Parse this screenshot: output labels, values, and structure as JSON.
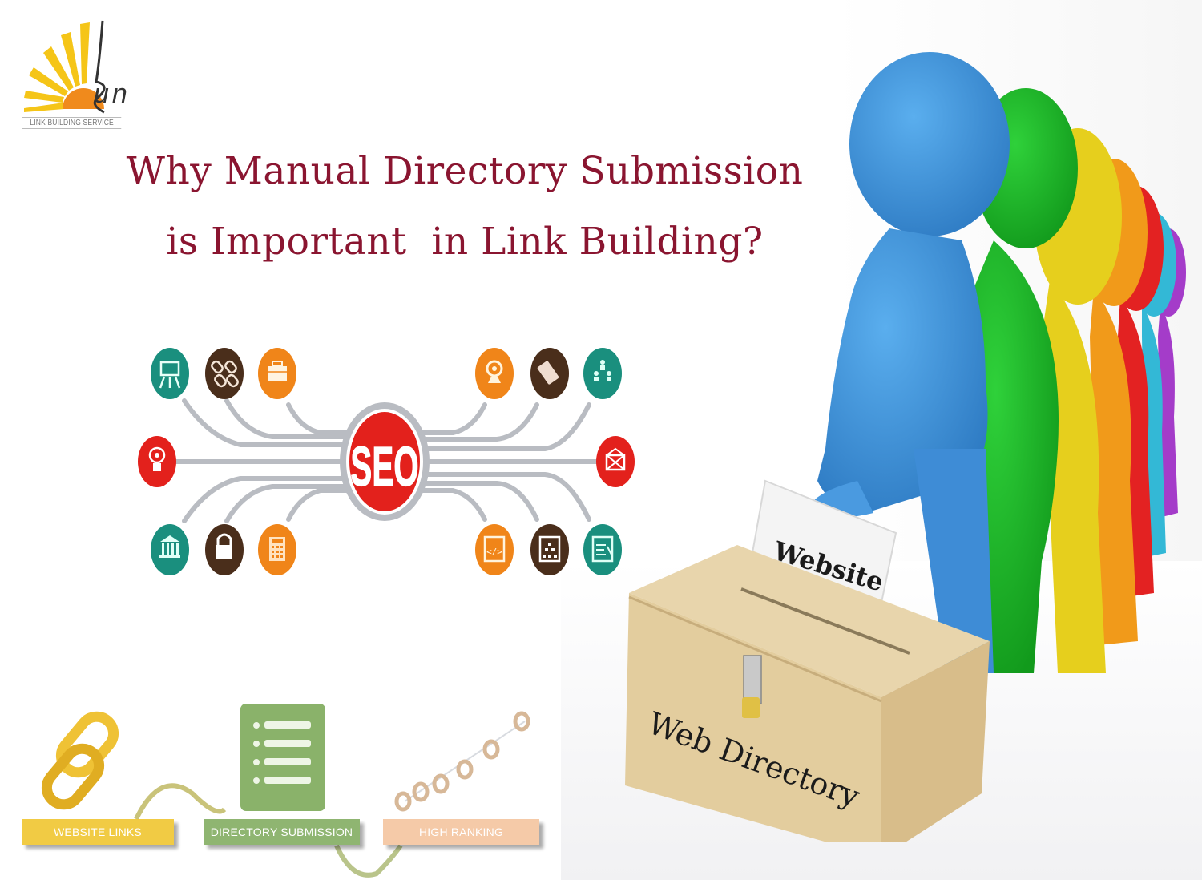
{
  "logo": {
    "wordmark": "un",
    "tagline": "LINK BUILDING SERVICE",
    "colors": {
      "rays": "#f5c518",
      "sun": "#f08a1c",
      "text": "#333333"
    }
  },
  "title": {
    "line1": "Why Manual Directory Submission",
    "line2": "is Important  in Link Building?",
    "color": "#8a1530"
  },
  "seo_diagram": {
    "center_label": "SEO",
    "center_color": "#e3211c",
    "connector_color": "#b9bcc2",
    "left_icons": [
      {
        "name": "presentation-board-icon",
        "color": "#1a8f7e",
        "row": "top"
      },
      {
        "name": "chain-links-icon",
        "color": "#4a2e1b",
        "row": "top"
      },
      {
        "name": "briefcase-icon",
        "color": "#f08519",
        "row": "top"
      },
      {
        "name": "lightbulb-icon",
        "color": "#e3211c",
        "row": "middle"
      },
      {
        "name": "bank-building-icon",
        "color": "#1a8f7e",
        "row": "bottom"
      },
      {
        "name": "padlock-icon",
        "color": "#4a2e1b",
        "row": "bottom"
      },
      {
        "name": "calculator-icon",
        "color": "#f08519",
        "row": "bottom"
      }
    ],
    "right_icons": [
      {
        "name": "webcam-icon",
        "color": "#f08519",
        "row": "top"
      },
      {
        "name": "price-tag-icon",
        "color": "#4a2e1b",
        "row": "top"
      },
      {
        "name": "org-chart-icon",
        "color": "#1a8f7e",
        "row": "top"
      },
      {
        "name": "envelope-icon",
        "color": "#e3211c",
        "row": "middle"
      },
      {
        "name": "code-window-icon",
        "color": "#f08519",
        "row": "bottom"
      },
      {
        "name": "sitemap-window-icon",
        "color": "#4a2e1b",
        "row": "bottom"
      },
      {
        "name": "document-edit-icon",
        "color": "#1a8f7e",
        "row": "bottom"
      }
    ]
  },
  "ballot": {
    "card_text": "Website",
    "box_text": "Web Directory",
    "box_color": "#e8d3a8"
  },
  "people": {
    "colors": [
      "#4a9ae0",
      "#1fae2a",
      "#e6cf1d",
      "#f19a1a",
      "#e32222",
      "#33b8d6",
      "#a43cc9"
    ]
  },
  "steps": [
    {
      "label": "WEBSITE LINKS",
      "color": "#f1c93b",
      "icon": "chain-link-icon"
    },
    {
      "label": "DIRECTORY SUBMISSION",
      "color": "#8ab26a",
      "icon": "list-document-icon"
    },
    {
      "label": "HIGH RANKING",
      "color": "#f5c8a4",
      "icon": "rising-rings-icon"
    }
  ]
}
